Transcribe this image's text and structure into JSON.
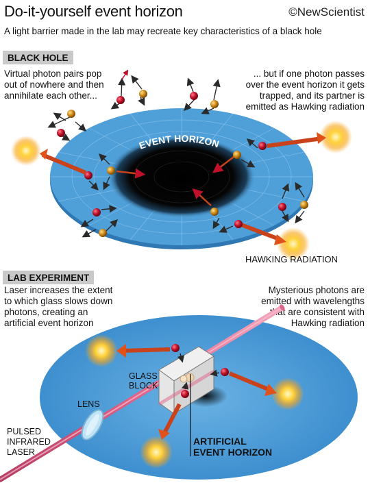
{
  "header": {
    "title": "Do-it-yourself event horizon",
    "brand": "©NewScientist",
    "subtitle": "A light barrier made in the lab may recreate key characteristics of a black hole"
  },
  "black_hole": {
    "section_label": "BLACK HOLE",
    "left_caption": [
      "Virtual photon pairs pop",
      "out of nowhere and then",
      "annihilate each other..."
    ],
    "right_caption": [
      "... but if one photon passes",
      "over the event horizon it gets",
      "trapped, and its partner is",
      "emitted as Hawking radiation"
    ],
    "event_horizon_label": "EVENT HORIZON",
    "hawking_label": "HAWKING RADIATION"
  },
  "lab": {
    "section_label": "LAB EXPERIMENT",
    "left_caption": [
      "Laser increases the extent",
      "to which glass slows down",
      "photons, creating an",
      "artificial event horizon"
    ],
    "right_caption": [
      "Mysterious photons are",
      "emitted with wavelengths",
      "that are consistent with",
      "Hawking radiation"
    ],
    "glass_label": [
      "GLASS",
      "BLOCK"
    ],
    "lens_label": "LENS",
    "laser_label": [
      "PULSED",
      "INFRARED",
      "LASER"
    ],
    "artificial_label": [
      "ARTIFICIAL",
      "EVENT HORIZON"
    ]
  },
  "colors": {
    "disc": "#4f9fd8",
    "disc_edge": "#2f78b4",
    "hole": "#000000",
    "photon_red": "#c0102a",
    "photon_orange": "#d08a1a",
    "arrow_dark": "#2a2a2a",
    "laser": "#e57b9a",
    "section_bg": "#c9c9c9",
    "flare": "#f7b21a"
  }
}
